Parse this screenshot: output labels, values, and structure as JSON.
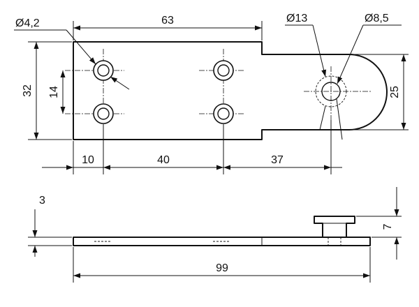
{
  "drawing": {
    "dimensions": {
      "hole_small": "Ø4,2",
      "hole_large": "Ø13",
      "hole_bore": "Ø8,5",
      "length_body": "63",
      "height_body": "32",
      "hole_pitch_vertical": "14",
      "height_tab": "25",
      "edge_to_hole": "10",
      "hole_pitch_horizontal": "40",
      "hole_to_pin": "37",
      "thickness": "3",
      "pin_height": "7",
      "total_length": "99"
    }
  }
}
